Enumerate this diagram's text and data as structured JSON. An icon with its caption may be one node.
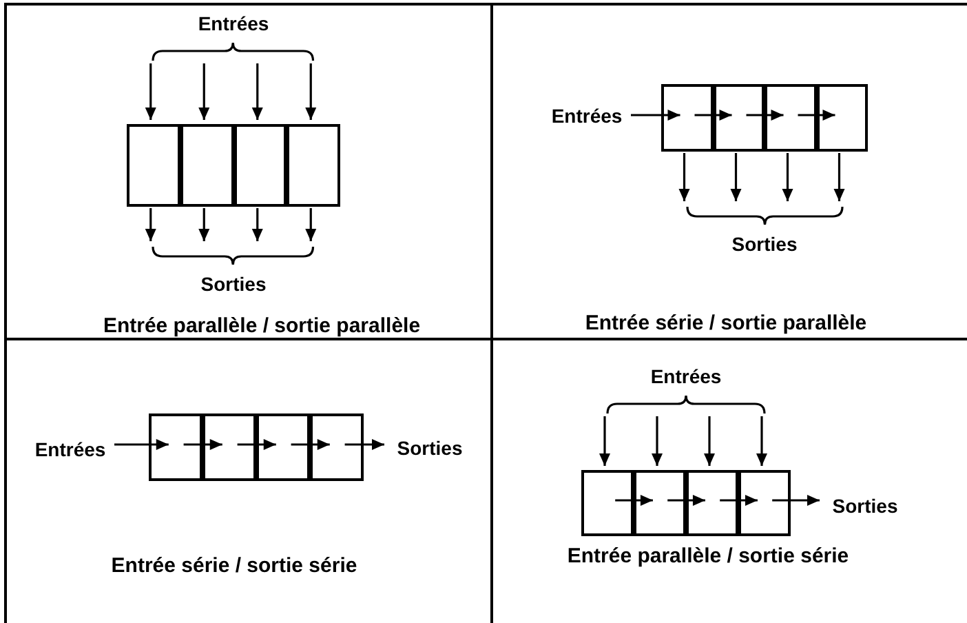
{
  "diagram": {
    "nodes": [
      {
        "text": [
          "Entrée parallèle / sortie parallèle"
        ]
      },
      {
        "text": [
          "Entrées"
        ],
        "in": 0
      },
      {
        "text": [],
        "shape": "box",
        "in": 0
      },
      {
        "text": [],
        "shape": "box",
        "in": 0
      },
      {
        "text": [],
        "shape": "box",
        "in": 0
      },
      {
        "text": [],
        "shape": "box",
        "in": 0
      },
      {
        "text": [
          "Sorties"
        ],
        "in": 0
      },
      {
        "text": [
          "Entrée série / sortie parallèle"
        ]
      },
      {
        "text": [
          "Entrées"
        ],
        "in": 7
      },
      {
        "text": [],
        "shape": "box",
        "in": 7
      },
      {
        "text": [],
        "shape": "box",
        "in": 7
      },
      {
        "text": [],
        "shape": "box",
        "in": 7
      },
      {
        "text": [],
        "shape": "box",
        "in": 7
      },
      {
        "text": [
          "Sorties"
        ],
        "in": 7
      },
      {
        "text": [
          "Entrée série / sortie série"
        ]
      },
      {
        "text": [
          "Entrées"
        ],
        "in": 14
      },
      {
        "text": [],
        "shape": "box",
        "in": 14
      },
      {
        "text": [],
        "shape": "box",
        "in": 14
      },
      {
        "text": [],
        "shape": "box",
        "in": 14
      },
      {
        "text": [],
        "shape": "box",
        "in": 14
      },
      {
        "text": [
          "Sorties"
        ],
        "in": 14
      },
      {
        "text": [
          "Entrée parallèle / sortie série"
        ]
      },
      {
        "text": [
          "Entrées"
        ],
        "in": 21
      },
      {
        "text": [],
        "shape": "box",
        "in": 21
      },
      {
        "text": [],
        "shape": "box",
        "in": 21
      },
      {
        "text": [],
        "shape": "box",
        "in": 21
      },
      {
        "text": [],
        "shape": "box",
        "in": 21
      },
      {
        "text": [
          "Sorties"
        ],
        "in": 21
      }
    ],
    "edges": [
      {
        "from": 1,
        "to": 2,
        "arrow": "to"
      },
      {
        "from": 1,
        "to": 3,
        "arrow": "to"
      },
      {
        "from": 1,
        "to": 4,
        "arrow": "to"
      },
      {
        "from": 1,
        "to": 5,
        "arrow": "to"
      },
      {
        "from": 2,
        "to": 6,
        "arrow": "to"
      },
      {
        "from": 3,
        "to": 6,
        "arrow": "to"
      },
      {
        "from": 4,
        "to": 6,
        "arrow": "to"
      },
      {
        "from": 5,
        "to": 6,
        "arrow": "to"
      },
      {
        "from": 8,
        "to": 9,
        "arrow": "to"
      },
      {
        "from": 9,
        "to": 10,
        "arrow": "to"
      },
      {
        "from": 10,
        "to": 11,
        "arrow": "to"
      },
      {
        "from": 11,
        "to": 12,
        "arrow": "to"
      },
      {
        "from": 9,
        "to": 13,
        "arrow": "to"
      },
      {
        "from": 10,
        "to": 13,
        "arrow": "to"
      },
      {
        "from": 11,
        "to": 13,
        "arrow": "to"
      },
      {
        "from": 12,
        "to": 13,
        "arrow": "to"
      },
      {
        "from": 15,
        "to": 16,
        "arrow": "to"
      },
      {
        "from": 16,
        "to": 17,
        "arrow": "to"
      },
      {
        "from": 17,
        "to": 18,
        "arrow": "to"
      },
      {
        "from": 18,
        "to": 19,
        "arrow": "to"
      },
      {
        "from": 19,
        "to": 20,
        "arrow": "to"
      },
      {
        "from": 22,
        "to": 23,
        "arrow": "to"
      },
      {
        "from": 22,
        "to": 24,
        "arrow": "to"
      },
      {
        "from": 22,
        "to": 25,
        "arrow": "to"
      },
      {
        "from": 22,
        "to": 26,
        "arrow": "to"
      },
      {
        "from": 23,
        "to": 24,
        "arrow": "to"
      },
      {
        "from": 24,
        "to": 25,
        "arrow": "to"
      },
      {
        "from": 25,
        "to": 26,
        "arrow": "to"
      },
      {
        "from": 26,
        "to": 27,
        "arrow": "to"
      }
    ]
  }
}
